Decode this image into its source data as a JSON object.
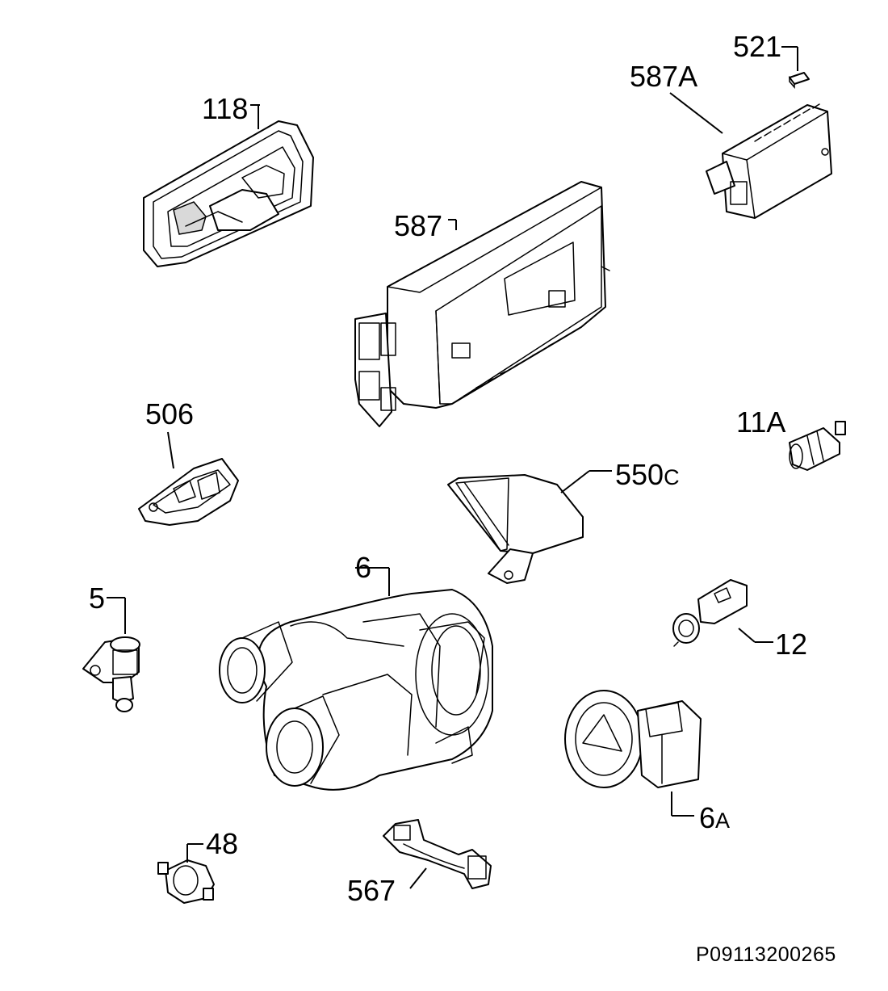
{
  "parts": [
    {
      "id": "p118",
      "number": "118"
    },
    {
      "id": "p521",
      "number": "521"
    },
    {
      "id": "p587A",
      "number": "587",
      "suffix": "A"
    },
    {
      "id": "p587",
      "number": "587"
    },
    {
      "id": "p506",
      "number": "506"
    },
    {
      "id": "p11A",
      "number": "11",
      "suffix": "A"
    },
    {
      "id": "p550C",
      "number": "550",
      "suffix": "C"
    },
    {
      "id": "p6",
      "number": "6"
    },
    {
      "id": "p5",
      "number": "5"
    },
    {
      "id": "p12",
      "number": "12"
    },
    {
      "id": "p6A",
      "number": "6",
      "suffix": "A"
    },
    {
      "id": "p48",
      "number": "48"
    },
    {
      "id": "p567",
      "number": "567"
    }
  ],
  "reference_code": "P09113200265"
}
